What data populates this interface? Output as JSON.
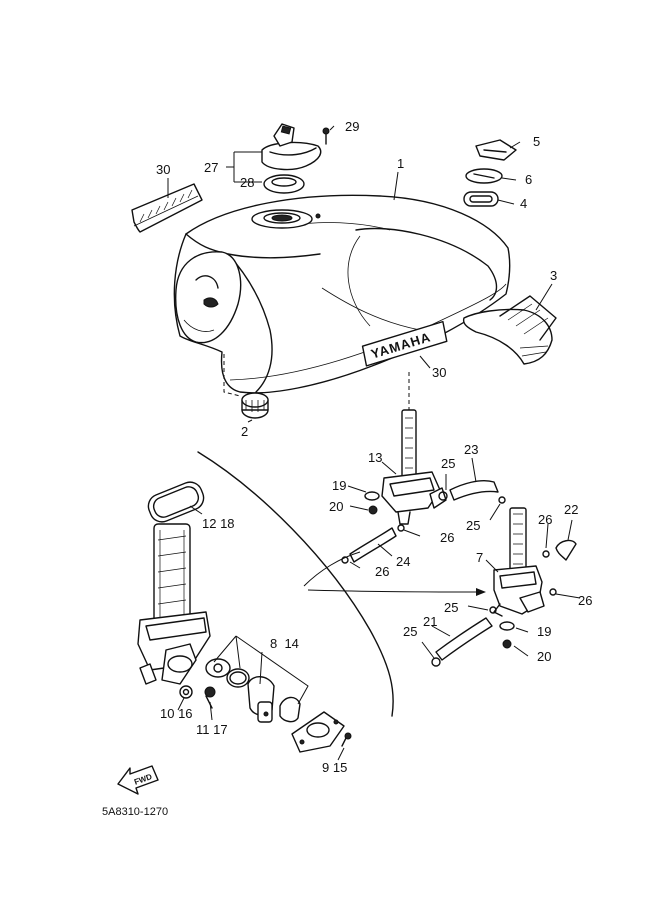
{
  "labels": {
    "l1": "1",
    "l2": "2",
    "l3": "3",
    "l4": "4",
    "l5": "5",
    "l6": "6",
    "l7": "7",
    "l8_14": "8  14",
    "l9_15": "9 15",
    "l10_16": "10 16",
    "l11_17": "11 17",
    "l12_18": "12 18",
    "l13": "13",
    "l19a": "19",
    "l19b": "19",
    "l20a": "20",
    "l20b": "20",
    "l21": "21",
    "l22": "22",
    "l23": "23",
    "l24": "24",
    "l25a": "25",
    "l25b": "25",
    "l25c": "25",
    "l25d": "25",
    "l26a": "26",
    "l26b": "26",
    "l26c": "26",
    "l26d": "26",
    "l27": "27",
    "l28": "28",
    "l29": "29",
    "l30a": "30",
    "l30b": "30"
  },
  "tank_logo": "YAMAHA",
  "fwd_text": "FWD",
  "diagram_code": "5A8310-1270"
}
